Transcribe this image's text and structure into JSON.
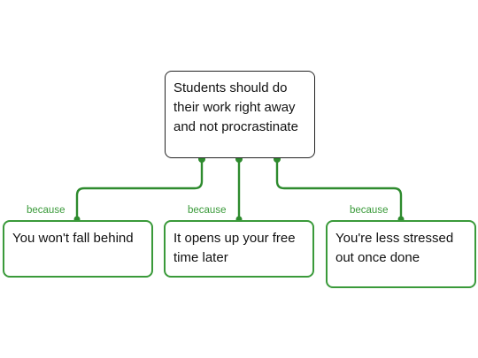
{
  "diagram": {
    "root": {
      "text": "Students should do their work right away and not procrastinate"
    },
    "children": [
      {
        "relation": "because",
        "text": "You won't fall behind"
      },
      {
        "relation": "because",
        "text": "It opens up your free time later"
      },
      {
        "relation": "because",
        "text": "You're less stressed out once done"
      }
    ]
  },
  "colors": {
    "connector": "#2e8b2e",
    "child_border": "#3a9a3a",
    "root_border": "#222222",
    "relation_text": "#3a9a3a"
  }
}
